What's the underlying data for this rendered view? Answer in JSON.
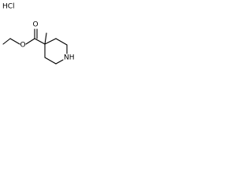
{
  "structure": {
    "labels": {
      "salt": "HCl",
      "carbonyl_oxygen": "O",
      "ester_oxygen": "O",
      "amine": "NH"
    },
    "bonds": [
      {
        "name": "bond-ethyl-ch3-ch2",
        "order": 1
      },
      {
        "name": "bond-ethyl-ch2-o",
        "order": 1
      },
      {
        "name": "bond-o-carbonyl",
        "order": 1
      },
      {
        "name": "bond-carbonyl-o-double",
        "order": 2
      },
      {
        "name": "bond-carbonyl-ring-c4",
        "order": 1
      },
      {
        "name": "bond-c4-methyl",
        "order": 1
      },
      {
        "name": "bond-ring-c4-c3",
        "order": 1
      },
      {
        "name": "bond-ring-c3-c2",
        "order": 1
      },
      {
        "name": "bond-ring-c2-n",
        "order": 1
      },
      {
        "name": "bond-ring-n-c6",
        "order": 1
      },
      {
        "name": "bond-ring-c6-c5",
        "order": 1
      },
      {
        "name": "bond-ring-c5-c4",
        "order": 1
      }
    ]
  }
}
